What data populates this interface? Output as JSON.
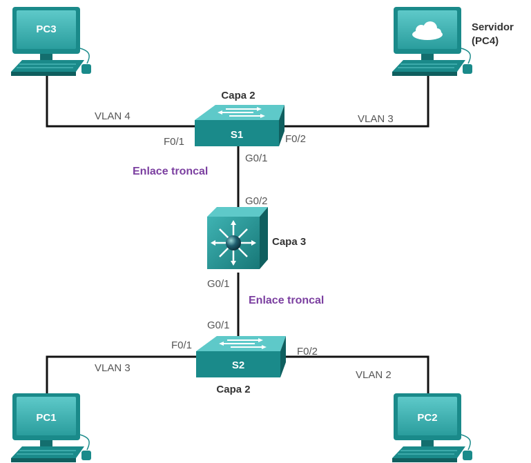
{
  "devices": {
    "pc3": "PC3",
    "server_line1": "Servidor",
    "server_line2": "(PC4)",
    "pc1": "PC1",
    "pc2": "PC2",
    "s1": "S1",
    "s2": "S2",
    "s1_layer": "Capa 2",
    "s2_layer": "Capa 2",
    "l3_layer": "Capa 3"
  },
  "links": {
    "pc3_vlan": "VLAN 4",
    "server_vlan": "VLAN 3",
    "pc1_vlan": "VLAN 3",
    "pc2_vlan": "VLAN 2",
    "trunk_top": "Enlace troncal",
    "trunk_bottom": "Enlace troncal"
  },
  "ports": {
    "s1_f01": "F0/1",
    "s1_f02": "F0/2",
    "s1_g01": "G0/1",
    "l3_g02": "G0/2",
    "l3_g01": "G0/1",
    "s2_g01": "G0/1",
    "s2_f01": "F0/1",
    "s2_f02": "F0/2"
  },
  "colors": {
    "device": "#1a8a8a",
    "trunk_label": "#7b3fa0",
    "cable": "#111111"
  }
}
